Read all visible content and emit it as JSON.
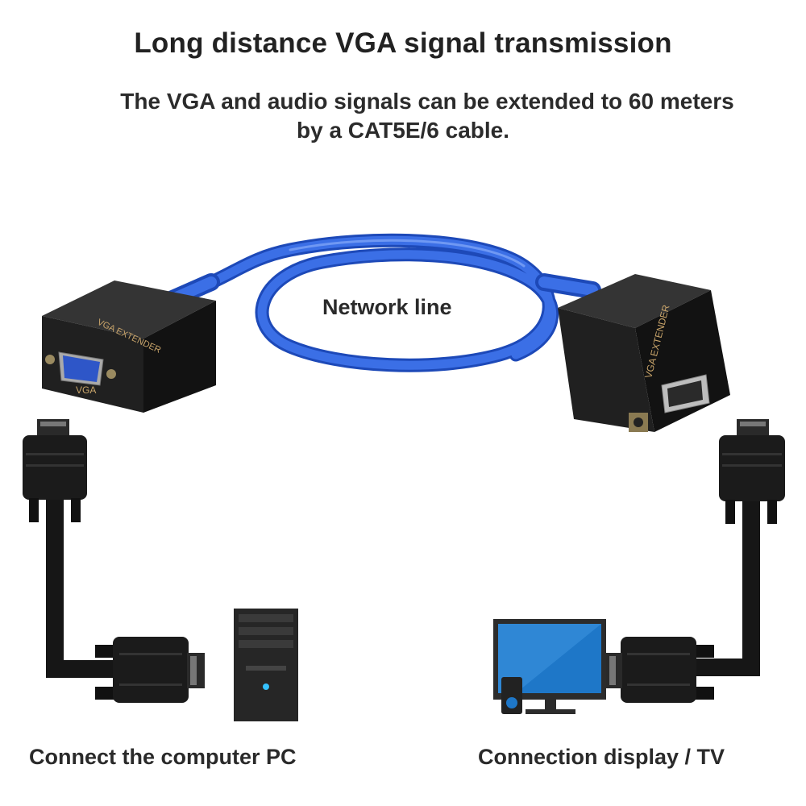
{
  "title": "Long distance VGA signal transmission",
  "subtitle_line1": "The VGA and audio signals can be extended to 60 meters",
  "subtitle_line2": "by a CAT5E/6 cable.",
  "network_label": "Network line",
  "left_caption": "Connect the computer PC",
  "right_caption": "Connection display / TV",
  "device_label": "VGA EXTENDER",
  "port_label": "VGA",
  "colors": {
    "cable_blue": "#2c5fd6",
    "device_black": "#1c1c1c",
    "text": "#222222"
  }
}
